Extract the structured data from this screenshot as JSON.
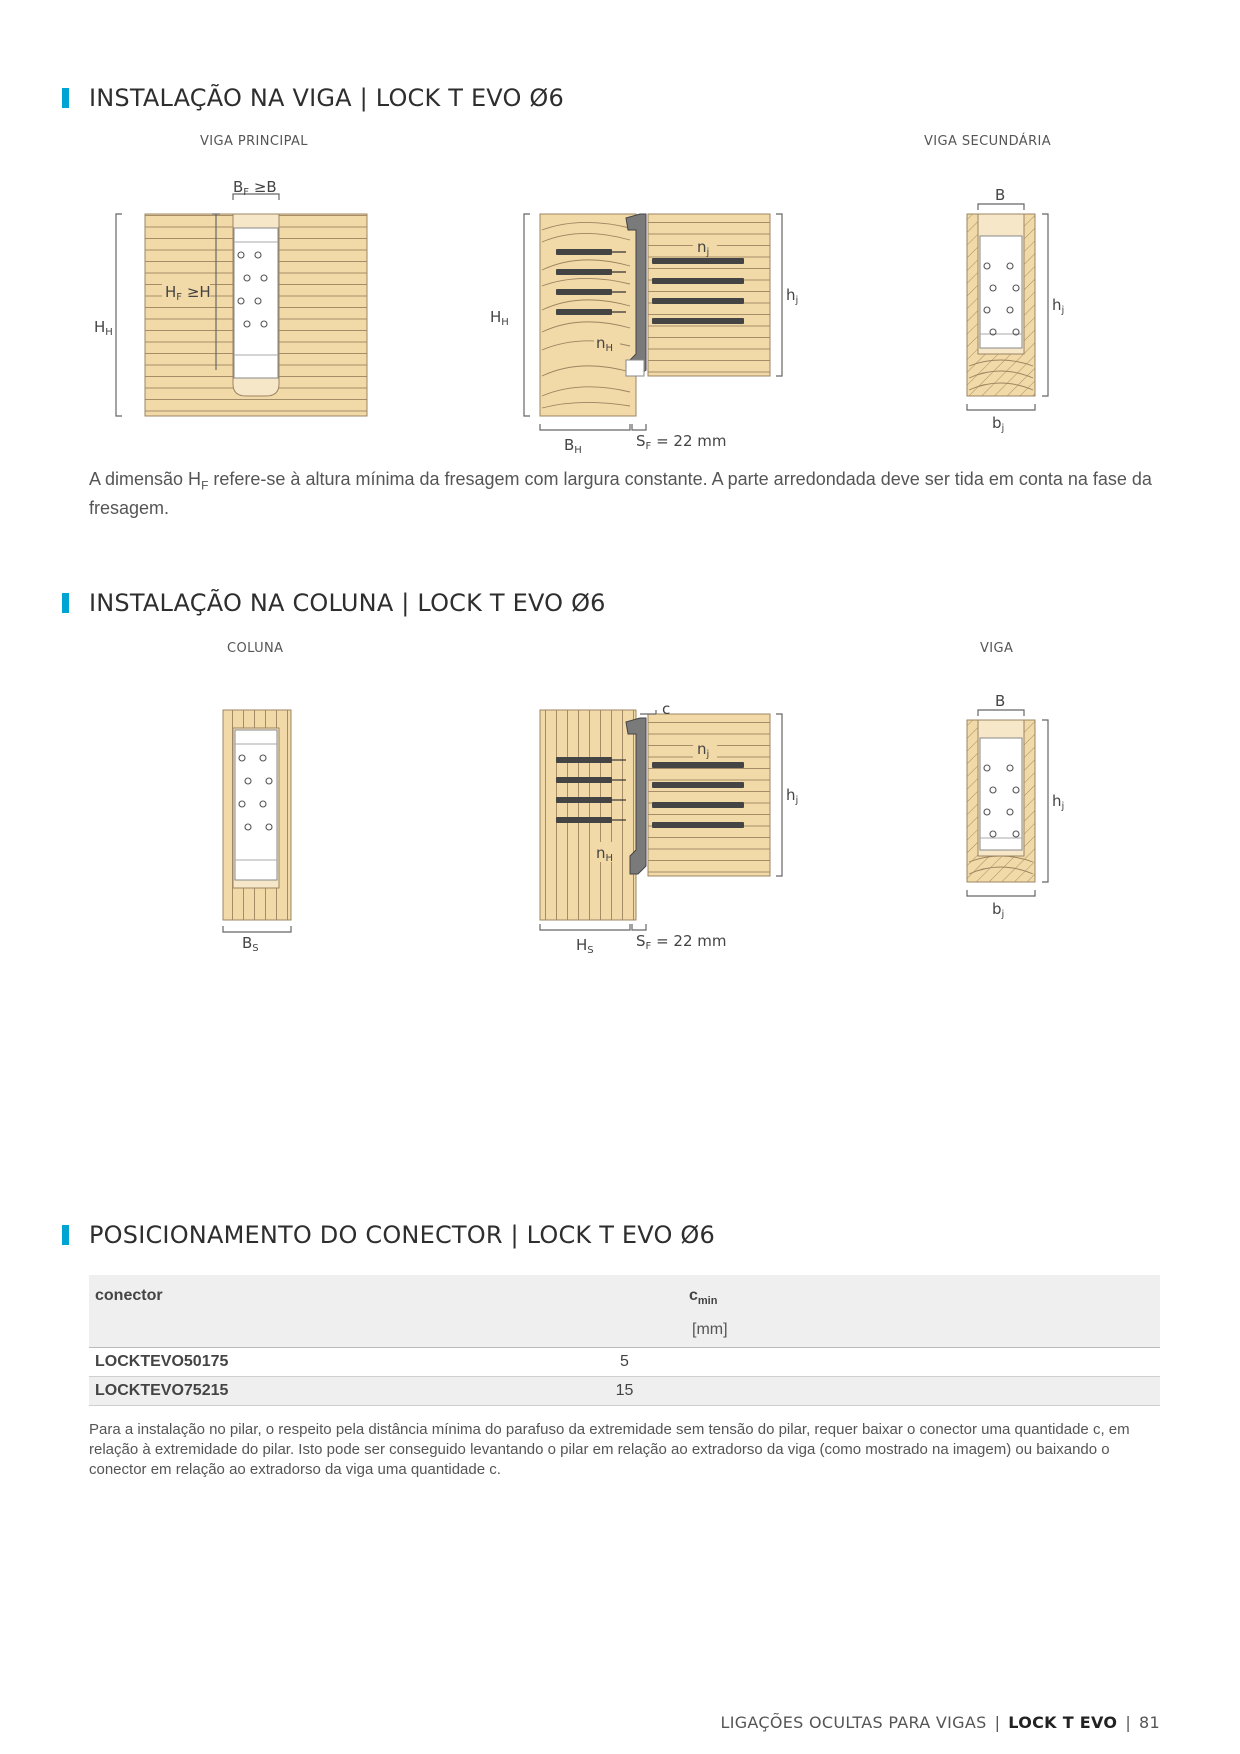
{
  "section1": {
    "title": "INSTALAÇÃO NA VIGA | LOCK T EVO Ø6",
    "label_left": "VIGA PRINCIPAL",
    "label_right": "VIGA SECUNDÁRIA",
    "dims": {
      "bf": "B",
      "bf_sub": "F",
      "bf_rest": " ≥B",
      "hf": "H",
      "hf_sub": "F",
      "hf_rest": " ≥H",
      "hh": "H",
      "hh_sub": "H",
      "nj": "n",
      "nj_sub": "j",
      "nh": "n",
      "nh_sub": "H",
      "hj": "h",
      "hj_sub": "j",
      "bh": "B",
      "bh_sub": "H",
      "sf": "S",
      "sf_sub": "F",
      "sf_rest": " = 22 mm",
      "b": "B",
      "bj": "b",
      "bj_sub": "j"
    },
    "paragraph_a": "A dimensão H",
    "paragraph_sub": "F",
    "paragraph_b": " refere-se à altura mínima da fresagem com largura constante. A parte arredondada deve ser tida em conta na fase da fresagem."
  },
  "section2": {
    "title": "INSTALAÇÃO NA COLUNA | LOCK T EVO Ø6",
    "label_left": "COLUNA",
    "label_right": "VIGA",
    "dims": {
      "bs": "B",
      "bs_sub": "S",
      "c": "c",
      "nj": "n",
      "nj_sub": "j",
      "nh": "n",
      "nh_sub": "H",
      "hj": "h",
      "hj_sub": "j",
      "hs": "H",
      "hs_sub": "S",
      "sf": "S",
      "sf_sub": "F",
      "sf_rest": " = 22 mm",
      "b": "B",
      "bj": "b",
      "bj_sub": "j"
    }
  },
  "section3": {
    "title": "POSICIONAMENTO DO CONECTOR | LOCK T EVO Ø6",
    "table": {
      "col1": "conector",
      "col2": "c",
      "col2_sub": "min",
      "col2_unit": "[mm]",
      "rows": [
        {
          "connector": "LOCKTEVO50175",
          "cmin": "5"
        },
        {
          "connector": "LOCKTEVO75215",
          "cmin": "15"
        }
      ]
    },
    "note": "Para a instalação no pilar, o respeito pela distância mínima do parafuso da extremidade sem tensão do pilar, requer baixar o conector uma quantidade c, em relação à extremidade do pilar. Isto pode ser conseguido levantando o pilar em relação ao extradorso da viga (como mostrado na imagem) ou baixando o conector em relação ao extradorso da viga uma quantidade c."
  },
  "footer": {
    "left": "LIGAÇÕES OCULTAS PARA VIGAS",
    "product": "LOCK T EVO",
    "page": "81"
  },
  "colors": {
    "accent": "#00a4d3",
    "wood": "#f2d9a8",
    "wood_line": "#9c8460",
    "steel": "#7a7a7a",
    "plate": "#ffffff"
  }
}
